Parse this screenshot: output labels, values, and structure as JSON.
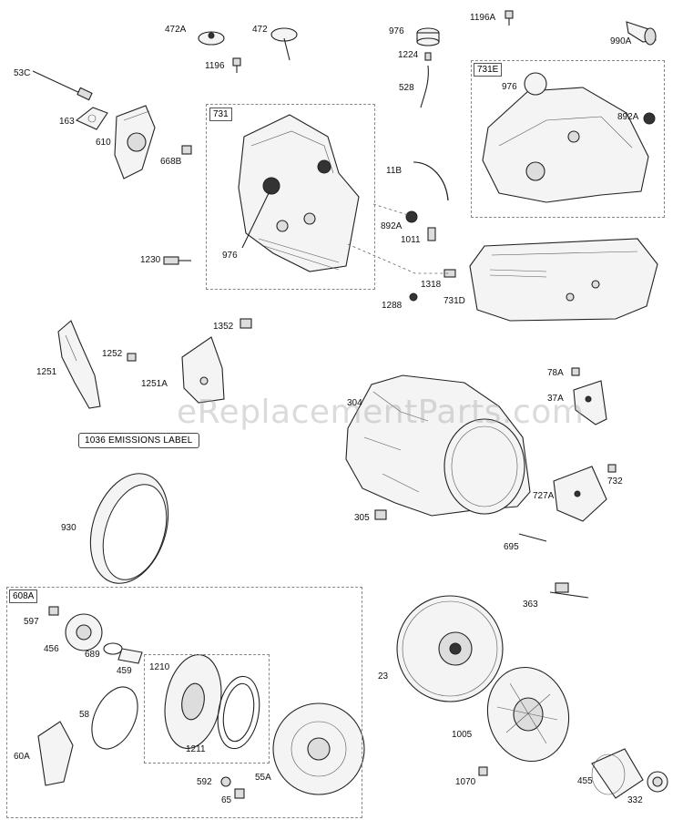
{
  "watermark": "eReplacementParts.com",
  "emissions_label": "1036 EMISSIONS LABEL",
  "assemblies": {
    "a731": "731",
    "a731E": "731E",
    "a608A": "608A",
    "a1210": "1210"
  },
  "callouts": {
    "c53C": "53C",
    "c472A": "472A",
    "c472": "472",
    "c1196": "1196",
    "c976_top": "976",
    "c1224": "1224",
    "c528": "528",
    "c1196A": "1196A",
    "c990A": "990A",
    "c163": "163",
    "c610": "610",
    "c668B": "668B",
    "c976_731": "976",
    "c1230": "1230",
    "c11B": "11B",
    "c892A_1": "892A",
    "c1011": "1011",
    "c1318": "1318",
    "c1288": "1288",
    "c976_731E": "976",
    "c892A_2": "892A",
    "c731D": "731D",
    "c1352": "1352",
    "c1252": "1252",
    "c1251": "1251",
    "c1251A": "1251A",
    "c304": "304",
    "c78A": "78A",
    "c37A": "37A",
    "c930": "930",
    "c732": "732",
    "c727A": "727A",
    "c305": "305",
    "c695": "695",
    "c597": "597",
    "c456": "456",
    "c689": "689",
    "c459": "459",
    "c58": "58",
    "c60A": "60A",
    "c1211": "1211",
    "c592": "592",
    "c65": "65",
    "c55A": "55A",
    "c363": "363",
    "c23": "23",
    "c1005": "1005",
    "c1070": "1070",
    "c455": "455",
    "c332": "332"
  }
}
